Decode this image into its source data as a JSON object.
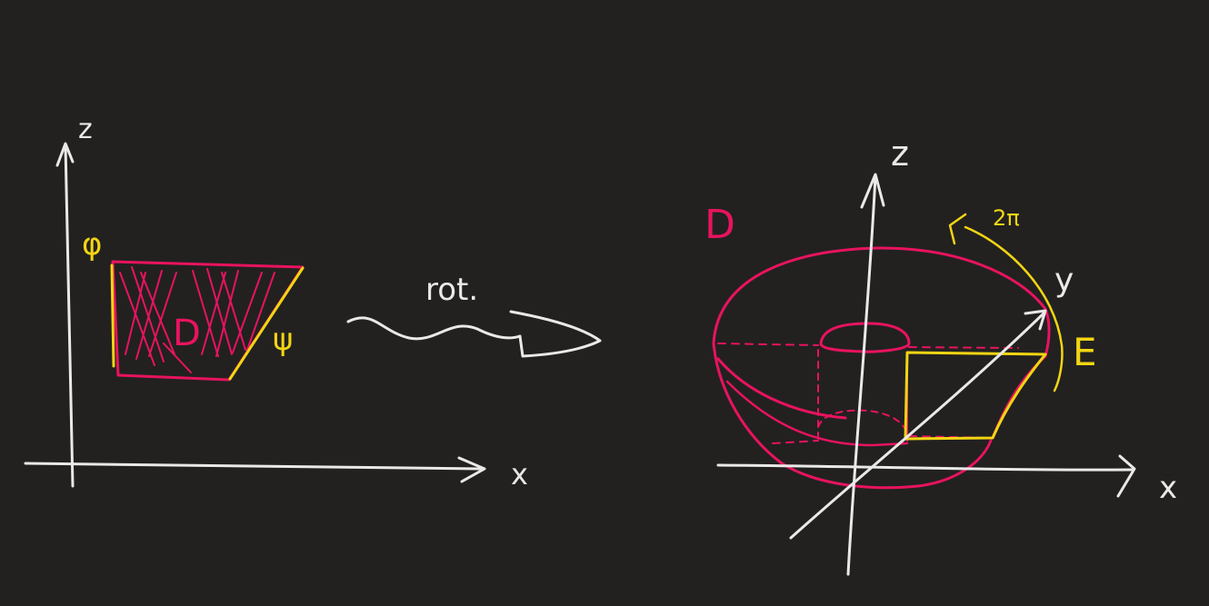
{
  "left_diagram": {
    "axis_vertical_label": "z",
    "axis_horizontal_label": "x",
    "region_label": "D",
    "left_boundary_label": "φ",
    "right_boundary_label": "ψ"
  },
  "arrow": {
    "label": "rot."
  },
  "right_diagram": {
    "axis_vertical_label": "z",
    "axis_horizontal_label": "x",
    "axis_depth_label": "y",
    "region_label": "D",
    "solid_label": "E",
    "rotation_label": "2π"
  },
  "colors": {
    "background": "#222120",
    "white": "#e9e9e7",
    "pink": "#e8135f",
    "yellow": "#f2d513"
  }
}
